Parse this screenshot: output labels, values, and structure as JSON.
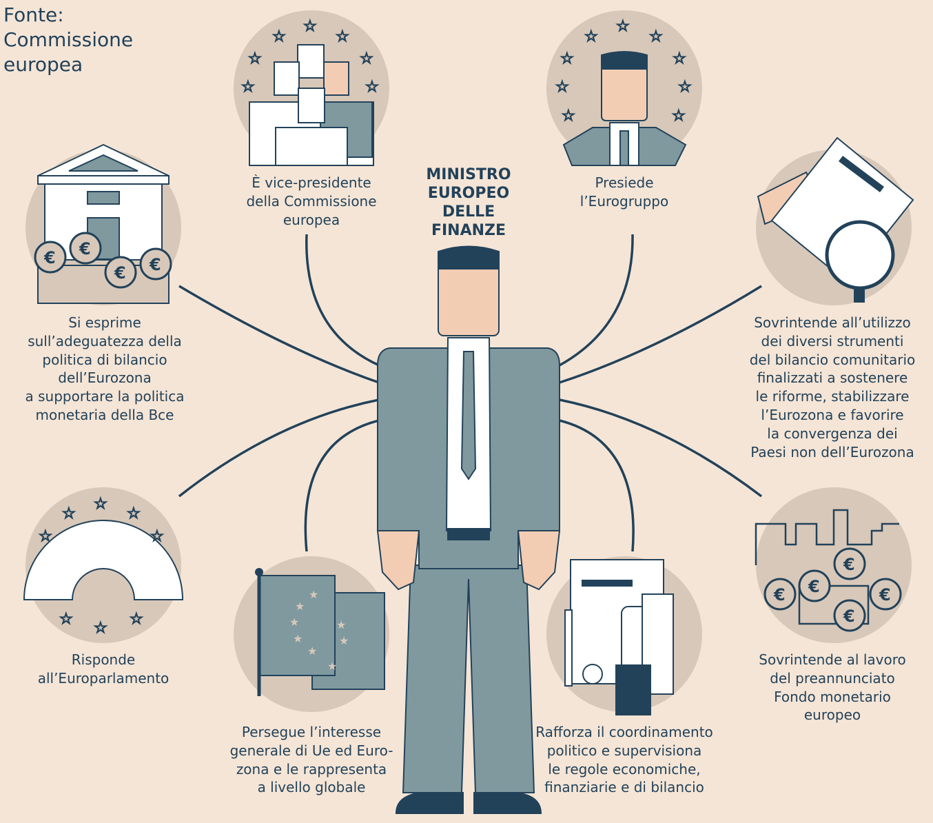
{
  "source": {
    "lines": [
      "Fonte:",
      "Commissione",
      "europea"
    ]
  },
  "title": {
    "lines": [
      "MINISTRO",
      "EUROPEO",
      "DELLE",
      "FINANZE"
    ]
  },
  "roles": [
    {
      "id": "vice-president",
      "lines": [
        "È vice-presidente",
        "della Commissione",
        "europea"
      ],
      "icon": "commissioners-icon"
    },
    {
      "id": "eurogroup",
      "lines": [
        "Presiede",
        "l’Eurogruppo"
      ],
      "icon": "president-icon"
    },
    {
      "id": "budget-policy",
      "lines": [
        "Si esprime",
        "sull’adeguatezza della",
        "politica di bilancio",
        "dell’Eurozona",
        "a supportare la politica",
        "monetaria della Bce"
      ],
      "icon": "bank-coins-icon"
    },
    {
      "id": "budget-instruments",
      "lines": [
        "Sovrintende all’utilizzo",
        "dei diversi strumenti",
        "del bilancio comunitario",
        "finalizzati a sostenere",
        "le riforme, stabilizzare",
        "l’Eurozona e favorire",
        "la convergenza dei",
        "Paesi non dell’Eurozona"
      ],
      "icon": "document-magnifier-icon"
    },
    {
      "id": "parliament",
      "lines": [
        "Risponde",
        "all’Europarlamento"
      ],
      "icon": "parliament-icon"
    },
    {
      "id": "monetary-fund",
      "lines": [
        "Sovrintende al lavoro",
        "del preannunciato",
        "Fondo monetario",
        "europeo"
      ],
      "icon": "chart-coins-icon"
    },
    {
      "id": "general-interest",
      "lines": [
        "Persegue l’interesse",
        "generale di Ue ed Euro-",
        "zona e le rappresenta",
        "a livello globale"
      ],
      "icon": "eu-flag-icon"
    },
    {
      "id": "coordination",
      "lines": [
        "Rafforza il coordinamento",
        "politico e supervisiona",
        "le regole economiche,",
        "finanziarie e di bilancio"
      ],
      "icon": "documents-calculator-icon"
    }
  ],
  "colors": {
    "background": "#f5e5d6",
    "text": "#22425a",
    "circle": "#d8c8b9",
    "suit": "#7f999f",
    "skin": "#f2cdb4"
  }
}
